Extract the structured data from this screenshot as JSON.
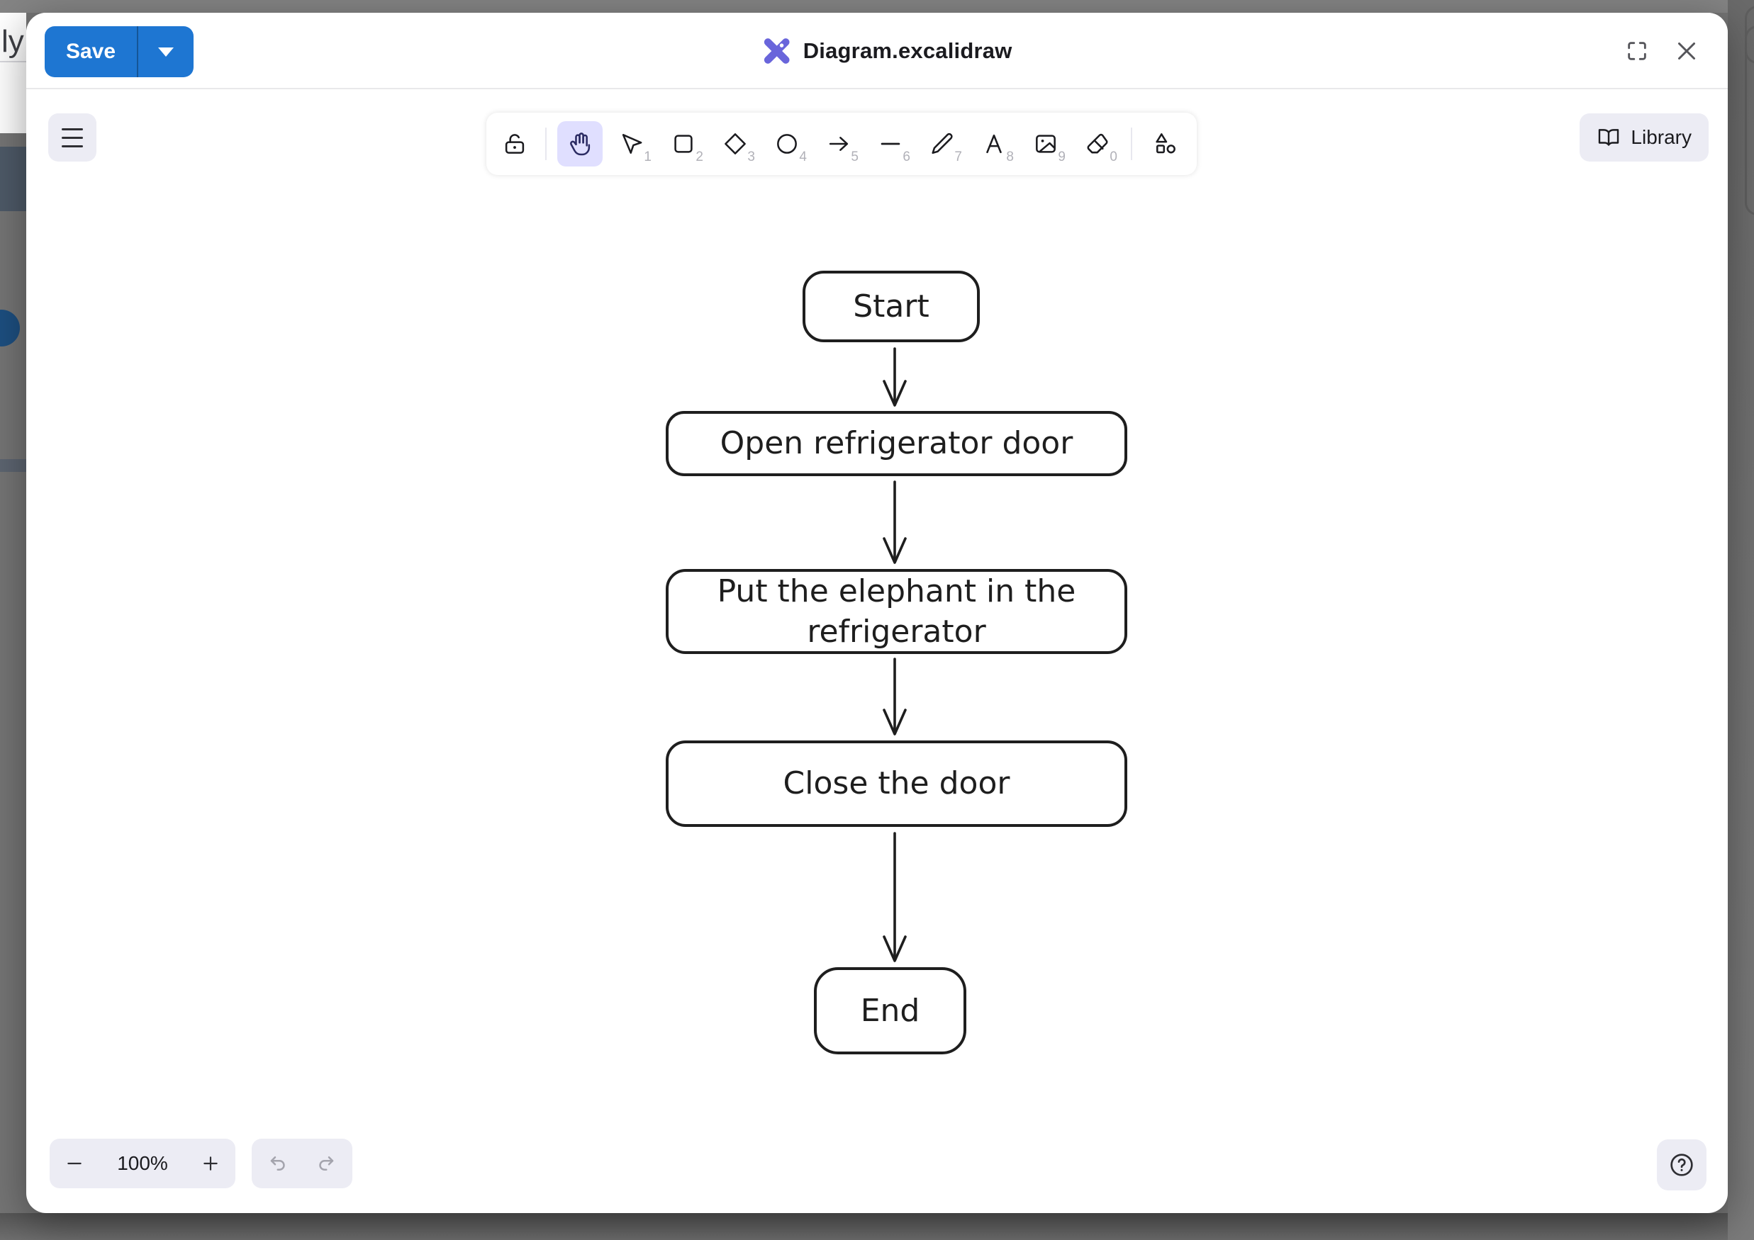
{
  "backdrop": {
    "partial_text": "ly F"
  },
  "window": {
    "save_label": "Save",
    "title": "Diagram.excalidraw"
  },
  "toolbar": {
    "tools": [
      {
        "name": "lock",
        "shortcut": "",
        "selected": false
      },
      {
        "name": "hand",
        "shortcut": "",
        "selected": true
      },
      {
        "name": "selection",
        "shortcut": "1",
        "selected": false
      },
      {
        "name": "rectangle",
        "shortcut": "2",
        "selected": false
      },
      {
        "name": "diamond",
        "shortcut": "3",
        "selected": false
      },
      {
        "name": "ellipse",
        "shortcut": "4",
        "selected": false
      },
      {
        "name": "arrow",
        "shortcut": "5",
        "selected": false
      },
      {
        "name": "line",
        "shortcut": "6",
        "selected": false
      },
      {
        "name": "draw",
        "shortcut": "7",
        "selected": false
      },
      {
        "name": "text",
        "shortcut": "8",
        "selected": false
      },
      {
        "name": "image",
        "shortcut": "9",
        "selected": false
      },
      {
        "name": "eraser",
        "shortcut": "0",
        "selected": false
      },
      {
        "name": "shapes",
        "shortcut": "",
        "selected": false
      }
    ],
    "library_label": "Library"
  },
  "canvas": {
    "nodes": [
      {
        "id": "start",
        "label": "Start"
      },
      {
        "id": "open-door",
        "label": "Open refrigerator door"
      },
      {
        "id": "put-elephant",
        "label": "Put the elephant in the refrigerator"
      },
      {
        "id": "close-door",
        "label": "Close the door"
      },
      {
        "id": "end",
        "label": "End"
      }
    ],
    "edges": [
      {
        "from": "start",
        "to": "open-door"
      },
      {
        "from": "open-door",
        "to": "put-elephant"
      },
      {
        "from": "put-elephant",
        "to": "close-door"
      },
      {
        "from": "close-door",
        "to": "end"
      }
    ]
  },
  "footer": {
    "zoom_level": "100%"
  },
  "colors": {
    "save_blue": "#1e76d2",
    "excalidraw_purple": "#6965db",
    "selected_tool_bg": "#e0dfff",
    "island_bg": "#ececf4",
    "stroke_dark": "#1e1e1e"
  }
}
